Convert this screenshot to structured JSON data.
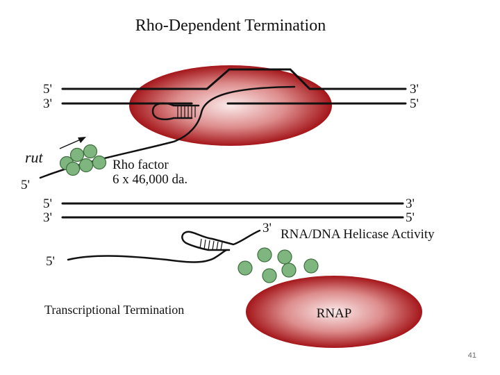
{
  "title": "Rho-Dependent Termination",
  "top_panel": {
    "strand_top": {
      "left_end": "5'",
      "right_end": "3'"
    },
    "strand_bottom": {
      "left_end": "3'",
      "right_end": "5'"
    },
    "rna_end": "5'",
    "rut_label": "rut",
    "rho_label_line1": "Rho factor",
    "rho_label_line2": "6 x 46,000 da."
  },
  "bottom_panel": {
    "strand_top": {
      "left_end": "5'",
      "right_end": "3'"
    },
    "strand_bottom": {
      "left_end": "3'",
      "right_end": "5'"
    },
    "rna_5_end": "5'",
    "rna_3_end": "3'",
    "helicase_label": "RNA/DNA Helicase Activity",
    "caption": "Transcriptional Termination",
    "rnap_label": "RNAP"
  },
  "colors": {
    "rnap_red": "#a4161a",
    "rnap_highlight": "#fbeaea",
    "rho_green": "#7fb57f",
    "rho_outline": "#3e6e3e",
    "line": "#111111"
  },
  "page_number": "41"
}
